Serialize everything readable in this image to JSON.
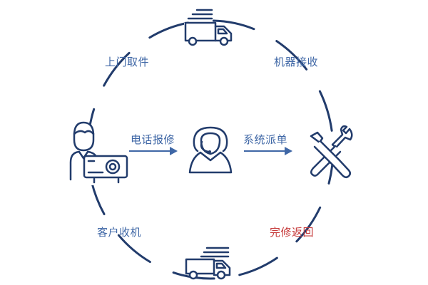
{
  "labels": {
    "pickup": "上门取件",
    "receive": "机器接收",
    "report": "电话报修",
    "dispatch": "系统派单",
    "customer_receive": "客户收机",
    "return": "完修返回"
  },
  "colors": {
    "primary": "#223C6C",
    "text": "#3F67A6",
    "accent": "#C63A3A",
    "face": "#FFFFFF"
  },
  "icons": {
    "top": "delivery-truck-icon",
    "bottom": "delivery-truck-icon",
    "left": "person-with-projector-icon",
    "center": "customer-service-agent-icon",
    "right": "wrench-screwdriver-icon"
  }
}
